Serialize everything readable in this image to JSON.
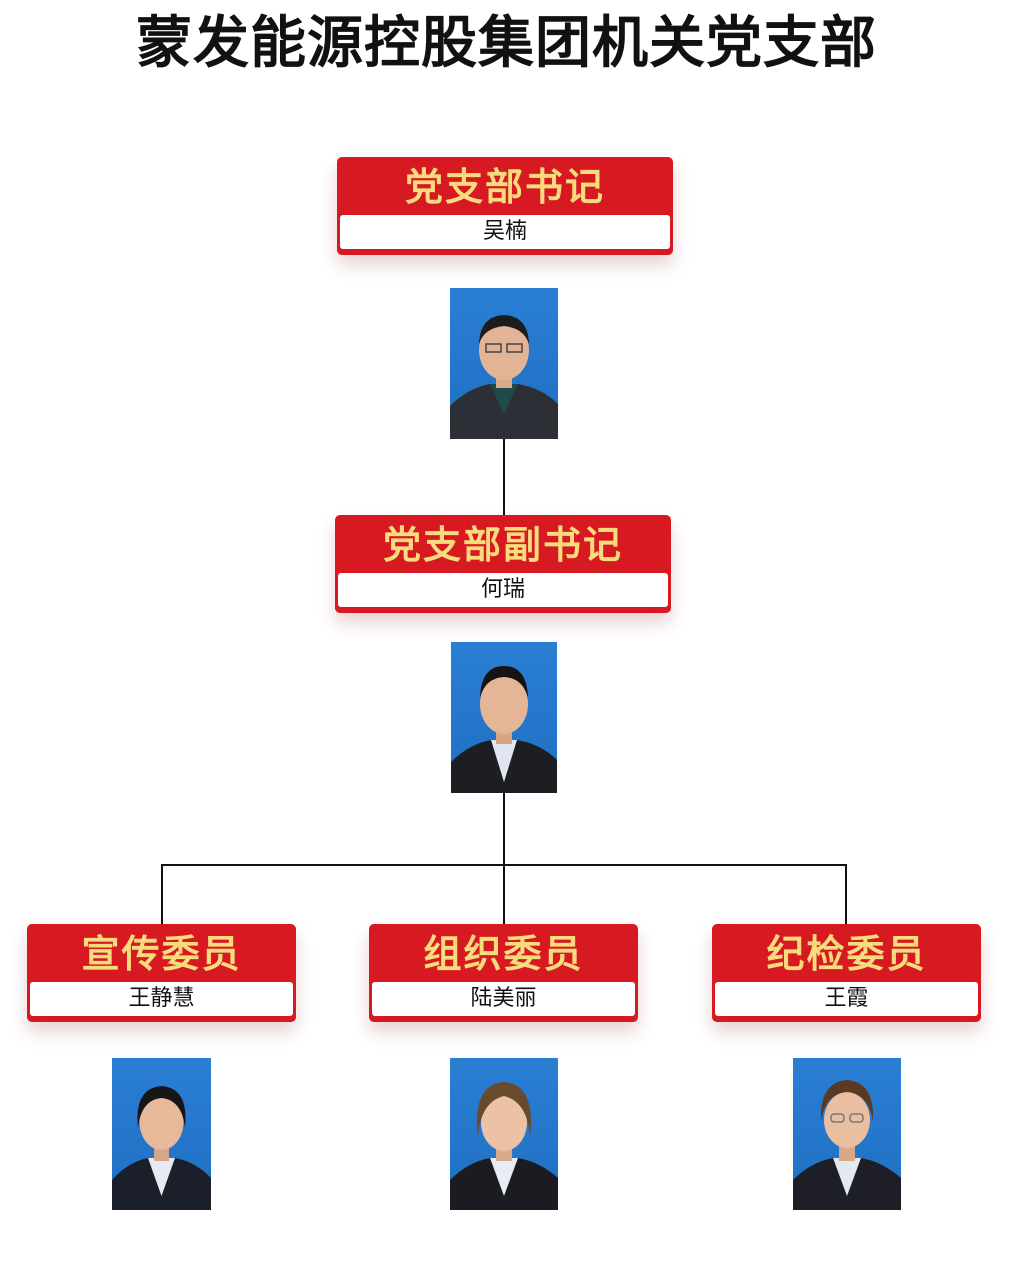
{
  "title": "蒙发能源控股集团机关党支部",
  "colors": {
    "card_red": "#d71921",
    "role_gold": "#f7dc7e",
    "photo_blue": "#2a7fd4"
  },
  "members": [
    {
      "role": "党支部书记",
      "name": "吴楠"
    },
    {
      "role": "党支部副书记",
      "name": "何瑞"
    },
    {
      "role": "宣传委员",
      "name": "王静慧"
    },
    {
      "role": "组织委员",
      "name": "陆美丽"
    },
    {
      "role": "纪检委员",
      "name": "王霞"
    }
  ]
}
